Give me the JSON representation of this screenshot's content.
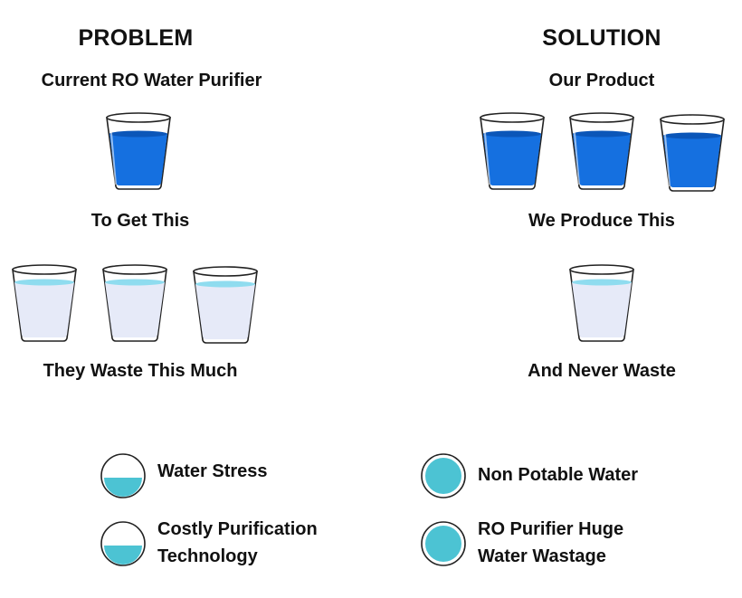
{
  "problem": {
    "heading": "PROBLEM",
    "current_label": "Current RO Water Purifier",
    "get_label": "To Get This",
    "waste_label": "They Waste This Much"
  },
  "solution": {
    "heading": "SOLUTION",
    "product_label": "Our Product",
    "produce_label": "We Produce This",
    "never_label": "And Never Waste"
  },
  "legend": [
    {
      "icon": "half-filled-circle-icon",
      "line1": "Water Stress",
      "line2": ""
    },
    {
      "icon": "filled-circle-icon",
      "line1": "Non Potable Water",
      "line2": ""
    },
    {
      "icon": "half-filled-circle-icon",
      "line1": "Costly Purification",
      "line2": "Technology"
    },
    {
      "icon": "filled-circle-icon",
      "line1": "RO Purifier Huge",
      "line2": "Water Wastage"
    }
  ],
  "colors": {
    "clean_water": "#1570e0",
    "clean_water_top": "#0b56b8",
    "pale_water": "#e6eaf8",
    "pale_water_top": "#8fdcef",
    "legend_fill": "#4cc3d3",
    "outline": "#222222"
  }
}
